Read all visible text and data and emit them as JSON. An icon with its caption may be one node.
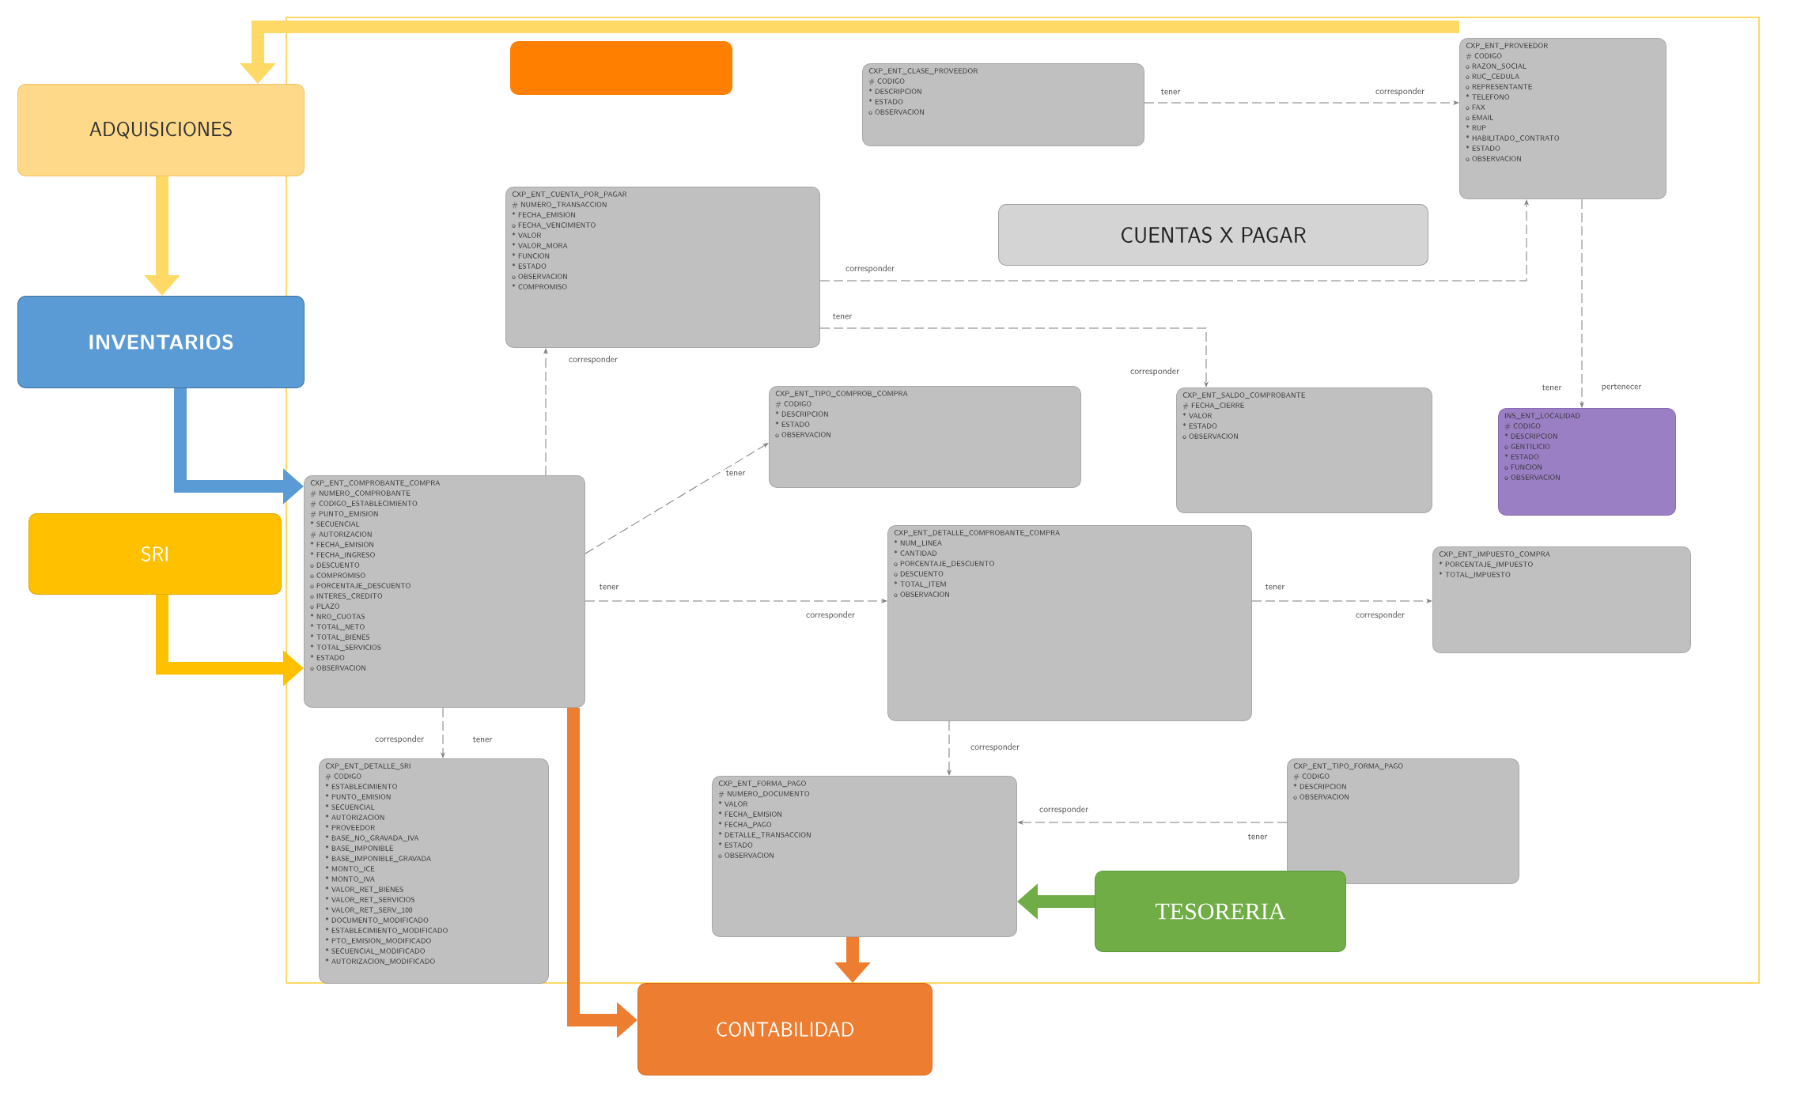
{
  "diagram": {
    "nodes": [
      {
        "text": [],
        "shape": "box"
      },
      {
        "text": [
          "CXP_ENT_CLASE_PROVEEDOR",
          "# CODIGO",
          "* DESCRIPCION",
          "* ESTADO",
          "o OBSERVACION"
        ]
      },
      {
        "text": [
          "CXP_ENT_PROVEEDOR",
          "# CODIGO",
          "o RAZON_SOCIAL",
          "o RUC_CEDULA",
          "o REPRESENTANTE",
          "* TELEFONO",
          "o FAX",
          "o EMAIL",
          "* RUP",
          "* HABILITADO_CONTRATO",
          "* ESTADO",
          "o OBSERVACION"
        ]
      },
      {
        "text": [
          "ADQUISICIONES"
        ]
      },
      {
        "text": [
          "CXP_ENT_CUENTA_POR_PAGAR",
          "# NUMERO_TRANSACCION",
          "* FECHA_EMISION",
          "o FECHA_VENCIMIENTO",
          "* VALOR",
          "* VALOR_MORA",
          "* FUNCION",
          "* ESTADO",
          "o OBSERVACION",
          "* COMPROMISO"
        ]
      },
      {
        "text": [
          "CUENTAS X PAGAR"
        ]
      },
      {
        "text": [
          "INVENTARIOS"
        ]
      },
      {
        "text": [
          "CXP_ENT_TIPO_COMPROB_COMPRA",
          "# CODIGO",
          "* DESCRIPCION",
          "* ESTADO",
          "o OBSERVACION"
        ]
      },
      {
        "text": [
          "CXP_ENT_SALDO_COMPROBANTE",
          "# FECHA_CIERRE",
          "* VALOR",
          "* ESTADO",
          "o OBSERVACION"
        ]
      },
      {
        "text": [
          "INS_ENT_LOCALIDAD",
          "# CODIGO",
          "* DESCRIPCION",
          "o GENTILICIO",
          "* ESTADO",
          "o FUNCION",
          "o OBSERVACION"
        ]
      },
      {
        "text": [
          "CXP_ENT_COMPROBANTE_COMPRA",
          "# NUMERO_COMPROBANTE",
          "# CODIGO_ESTABLECIMIENTO",
          "# PUNTO_EMISION",
          "* SECUENCIAL",
          "# AUTORIZACION",
          "* FECHA_EMISION",
          "* FECHA_INGRESO",
          "o DESCUENTO",
          "o COMPROMISO",
          "o PORCENTAJE_DESCUENTO",
          "o INTERES_CREDITO",
          "o PLAZO",
          "* NRO_CUOTAS",
          "* TOTAL_NETO",
          "* TOTAL_BIENES",
          "* TOTAL_SERVICIOS",
          "* ESTADO",
          "o OBSERVACION"
        ]
      },
      {
        "text": [
          "SRI"
        ]
      },
      {
        "text": [
          "CXP_ENT_DETALLE_COMPROBANTE_COMPRA",
          "* NUM_LINEA",
          "* CANTIDAD",
          "o PORCENTAJE_DESCUENTO",
          "o DESCUENTO",
          "* TOTAL_ITEM",
          "o OBSERVACION"
        ]
      },
      {
        "text": [
          "CXP_ENT_IMPUESTO_COMPRA",
          "* PORCENTAJE_IMPUESTO",
          "* TOTAL_IMPUESTO"
        ]
      },
      {
        "text": [
          "CXP_ENT_DETALLE_SRI",
          "# CODIGO",
          "* ESTABLECIMIENTO",
          "* PUNTO_EMISION",
          "* SECUENCIAL",
          "* AUTORIZACION",
          "* PROVEEDOR",
          "* BASE_NO_GRAVADA_IVA",
          "* BASE_IMPONIBLE",
          "* BASE_IMPONIBLE_GRAVADA",
          "* MONTO_ICE",
          "* MONTO_IVA",
          "* VALOR_RET_BIENES",
          "* VALOR_RET_SERVICIOS",
          "* VALOR_RET_SERV_100",
          "* DOCUMENTO_MODIFICADO",
          "* ESTABLECIMIENTO_MODIFICADO",
          "* PTO_EMISION_MODIFICADO",
          "* SECUENCIAL_MODIFICADO",
          "* AUTORIZACION_MODIFICADO"
        ]
      },
      {
        "text": [
          "CXP_ENT_FORMA_PAGO",
          "# NUMERO_DOCUMENTO",
          "* VALOR",
          "* FECHA_EMISION",
          "* FECHA_PAGO",
          "* DETALLE_TRANSACCION",
          "* ESTADO",
          "o OBSERVACION"
        ]
      },
      {
        "text": [
          "CXP_ENT_TIPO_FORMA_PAGO",
          "# CODIGO",
          "* DESCRIPCION",
          "o OBSERVACION"
        ]
      },
      {
        "text": [
          "TESORERIA"
        ]
      },
      {
        "text": [
          "CONTABILIDAD"
        ]
      }
    ],
    "edges": [
      {
        "from": 2,
        "to": 3,
        "arrow": "to",
        "style": "thick",
        "color": "#ffd966"
      },
      {
        "from": 3,
        "to": 6,
        "arrow": "to",
        "style": "thick",
        "color": "#ffd966"
      },
      {
        "from": 6,
        "to": 10,
        "arrow": "to",
        "style": "thick",
        "color": "#5b9bd5"
      },
      {
        "from": 11,
        "to": 10,
        "arrow": "to",
        "style": "thick",
        "color": "#ffc000"
      },
      {
        "from": 10,
        "to": 18,
        "arrow": "to",
        "style": "thick",
        "color": "#ed7d31"
      },
      {
        "from": 15,
        "to": 18,
        "arrow": "to",
        "style": "thick",
        "color": "#ed7d31"
      },
      {
        "from": 17,
        "to": 15,
        "arrow": "to",
        "style": "thick",
        "color": "#70ad47"
      },
      {
        "from": 1,
        "to": 2,
        "arrow": "to",
        "style": "dashed",
        "label": "corresponder"
      },
      {
        "from": 4,
        "to": 2,
        "arrow": "to",
        "style": "dashed",
        "label": "corresponder"
      },
      {
        "from": 4,
        "to": 8,
        "arrow": "to",
        "style": "dashed",
        "label": "corresponder"
      },
      {
        "from": 10,
        "to": 4,
        "arrow": "to",
        "style": "dashed",
        "label": "corresponder"
      },
      {
        "from": 10,
        "to": 7,
        "arrow": "to",
        "style": "dashed",
        "label": "tener"
      },
      {
        "from": 10,
        "to": 12,
        "arrow": "to",
        "style": "dashed",
        "label": "corresponder"
      },
      {
        "from": 12,
        "to": 13,
        "arrow": "to",
        "style": "dashed",
        "label": "corresponder"
      },
      {
        "from": 10,
        "to": 14,
        "arrow": "to",
        "style": "dashed",
        "label": "corresponder"
      },
      {
        "from": 16,
        "to": 15,
        "arrow": "to",
        "style": "dashed",
        "label": "corresponder"
      },
      {
        "from": 12,
        "to": 15,
        "arrow": "to",
        "style": "dashed",
        "label": "corresponder"
      },
      {
        "from": 2,
        "to": 9,
        "arrow": "to",
        "style": "dashed",
        "label": "pertenecer"
      }
    ],
    "labels": [
      "tener",
      "tener",
      "tener",
      "tener",
      "tener",
      "tener",
      "tener"
    ]
  }
}
